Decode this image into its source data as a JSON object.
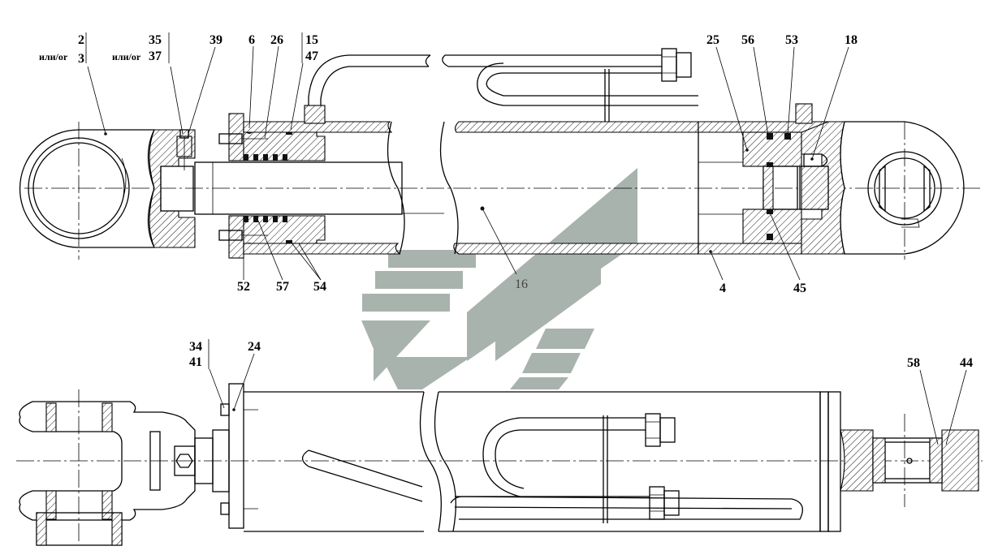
{
  "labels": {
    "l2": "2",
    "l3": "3",
    "ili1": "или/or",
    "l35": "35",
    "l37": "37",
    "ili2": "или/or",
    "l39": "39",
    "l6": "6",
    "l26": "26",
    "l15": "15",
    "l47": "47",
    "l25": "25",
    "l56": "56",
    "l53": "53",
    "l18": "18",
    "l52": "52",
    "l57": "57",
    "l54": "54",
    "l16": "16",
    "l4": "4",
    "l45": "45",
    "l34": "34",
    "l41": "41",
    "l24": "24",
    "l58": "58",
    "l44": "44"
  },
  "colors": {
    "line": "#000000",
    "watermark": "#a9b3ad",
    "background": "#ffffff"
  }
}
